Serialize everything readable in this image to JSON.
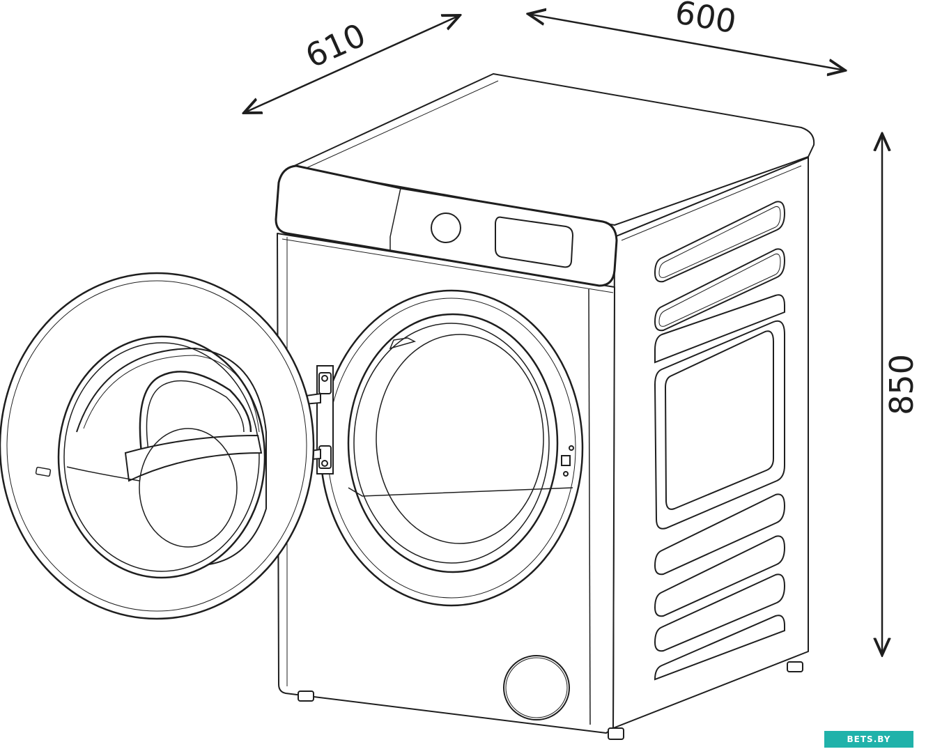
{
  "dimensions": {
    "depth": "610",
    "width": "600",
    "height": "850"
  },
  "watermark": {
    "text": "BETS.BY",
    "color": "#20b2aa"
  },
  "icons": {
    "door_hinge": "hinge-icon",
    "drum": "drum-icon",
    "program_knob": "knob-icon",
    "display": "display-icon",
    "service_hatch": "hatch-icon"
  },
  "colors": {
    "line": "#1e1e1e",
    "background": "#ffffff"
  }
}
